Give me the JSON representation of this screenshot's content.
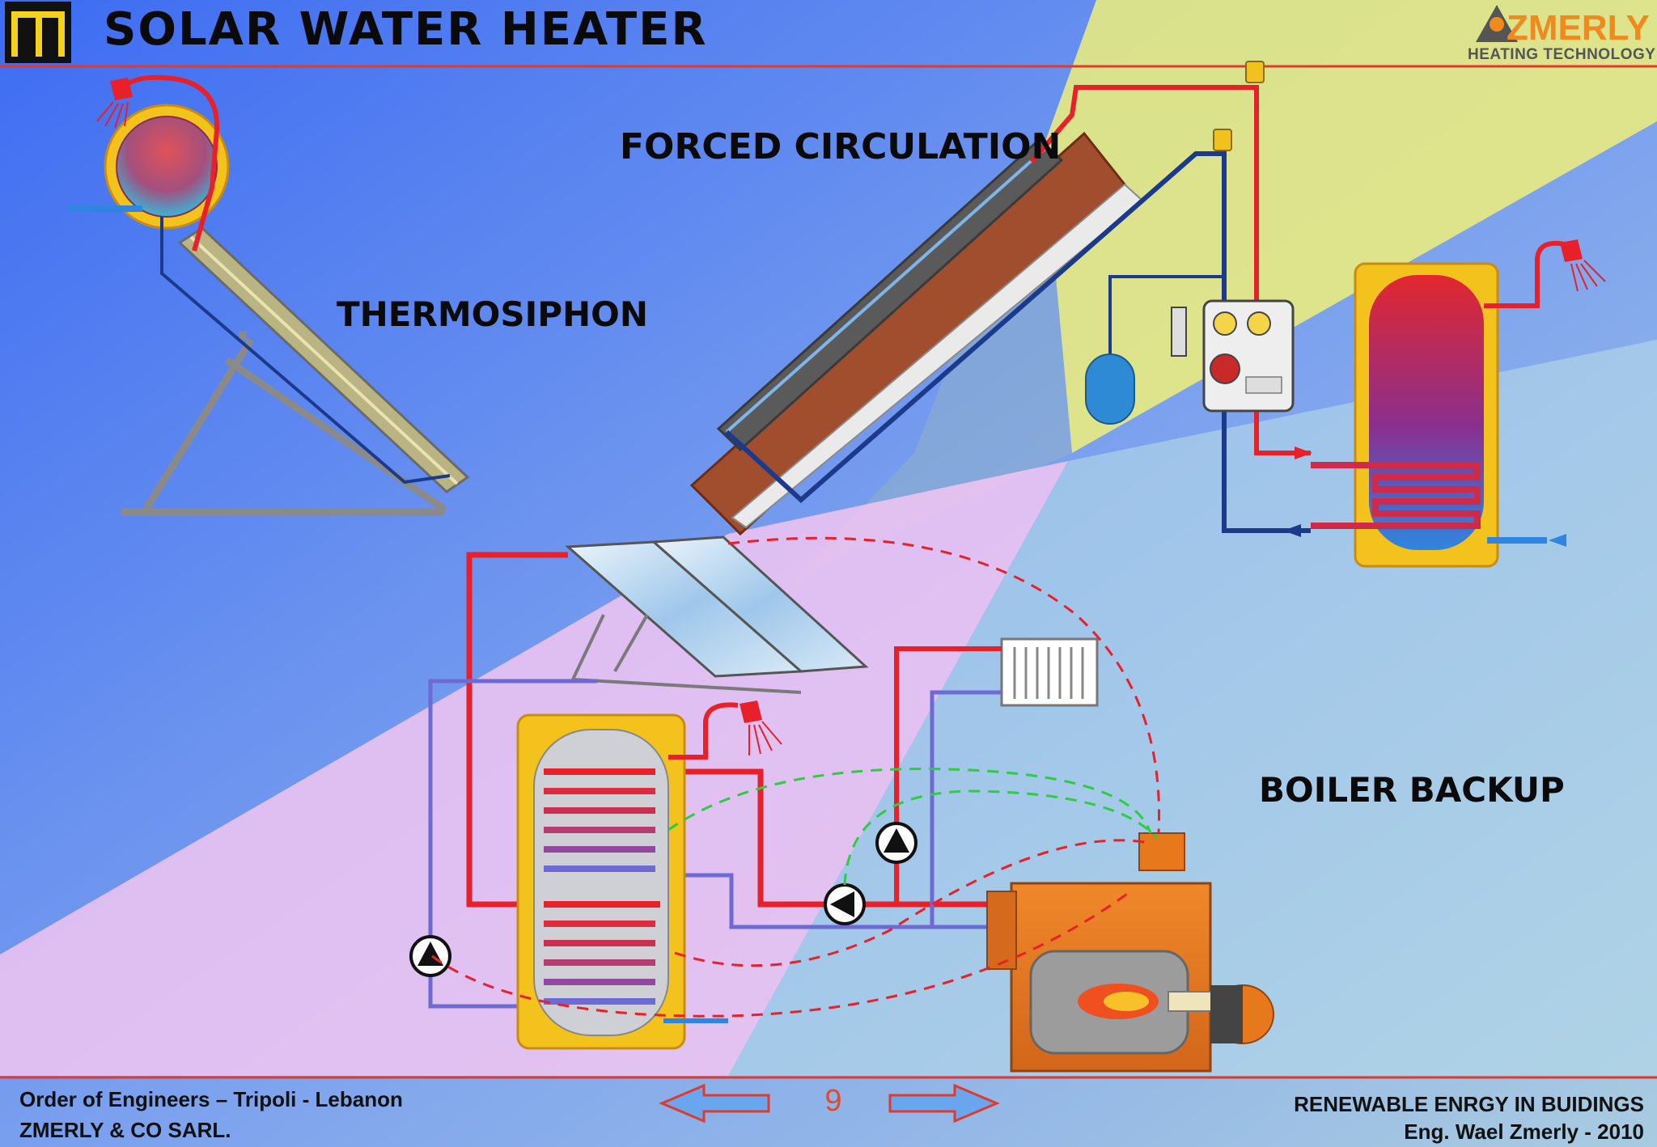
{
  "slide": {
    "title": "SOLAR WATER HEATER",
    "page_number": "9"
  },
  "brand": {
    "name": "ZMERLY",
    "tagline": "HEATING TECHNOLOGY"
  },
  "labels": {
    "thermosiphon": "THERMOSIPHON",
    "forced_circulation": "FORCED CIRCULATION",
    "boiler_backup": "BOILER BACKUP"
  },
  "footer": {
    "left_line1": "Order of Engineers – Tripoli - Lebanon",
    "left_line2": "ZMERLY & CO SARL.",
    "right_line1": "RENEWABLE ENRGY IN BUIDINGS",
    "right_line2": "Eng. Wael Zmerly - 2010"
  },
  "colors": {
    "hot": "#e8202a",
    "cold": "#1c3a8c",
    "boiler": "#e8781c",
    "tank_shell": "#f4c21c",
    "control_dashed_red": "#e8202a",
    "control_dashed_green": "#2ecc40",
    "arrow": "#6aa6f0"
  }
}
